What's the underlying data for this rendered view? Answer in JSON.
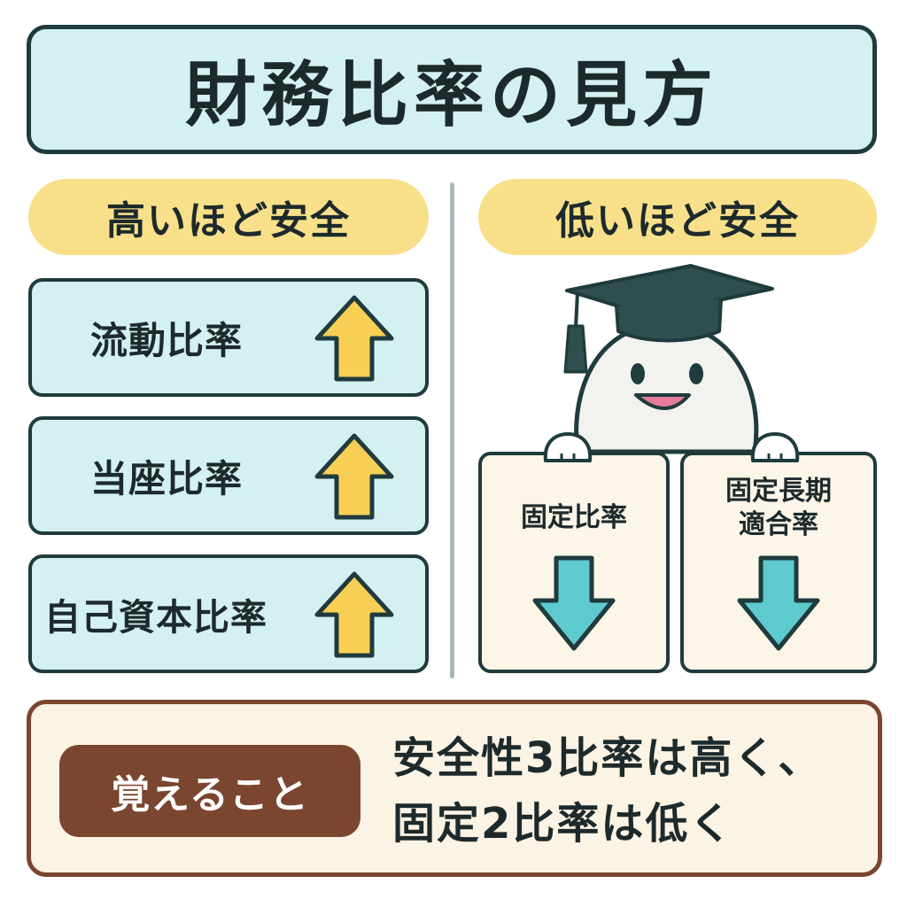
{
  "title": "財務比率の見方",
  "high_section": {
    "header": "高いほど安全",
    "items": [
      {
        "label": "流動比率",
        "direction": "up"
      },
      {
        "label": "当座比率",
        "direction": "up"
      },
      {
        "label": "自己資本比率",
        "direction": "up"
      }
    ]
  },
  "low_section": {
    "header": "低いほど安全",
    "items": [
      {
        "label_lines": [
          "固定比率"
        ],
        "direction": "down"
      },
      {
        "label_lines": [
          "固定長期",
          "適合率"
        ],
        "direction": "down"
      }
    ]
  },
  "memo": {
    "badge": "覚えること",
    "lines": [
      "安全性3比率は高く、",
      "固定2比率は低く"
    ]
  },
  "colors": {
    "title_bg": "#d3f1f0",
    "outline": "#1f3b3d",
    "pill_bg": "#f8e08a",
    "up_arrow": "#f7cf55",
    "down_arrow": "#5ec9cf",
    "card_bg_low": "#fbf6e8",
    "memo_border": "#7a4630",
    "memo_bg": "#fbf3e4"
  },
  "icons": {
    "up": "up-arrow-icon",
    "down": "down-arrow-icon",
    "mascot": "mascot-graduate-icon"
  }
}
